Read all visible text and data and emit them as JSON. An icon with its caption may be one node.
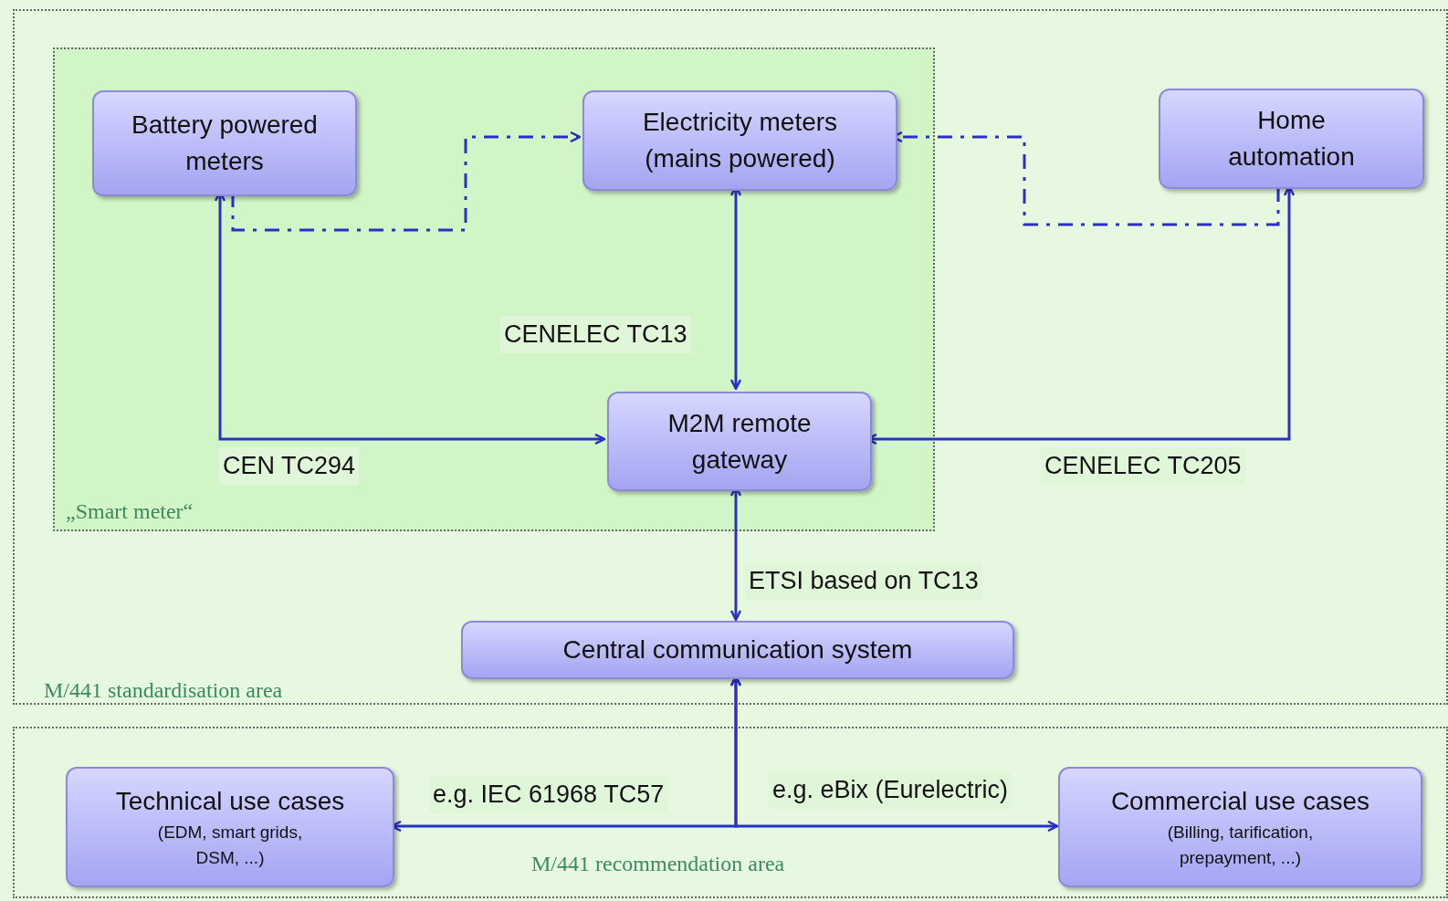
{
  "diagram": {
    "nodes": [
      {
        "text": [
          "M/441 standardisation area"
        ]
      },
      {
        "text": [
          "„Smart meter“"
        ],
        "in": 0
      },
      {
        "text": [
          "Battery powered meters"
        ],
        "in": 1
      },
      {
        "text": [
          "Electricity meters (mains powered)"
        ],
        "in": 1
      },
      {
        "text": [
          "Home automation"
        ],
        "in": 0
      },
      {
        "text": [
          "M2M remote gateway"
        ],
        "in": 1
      },
      {
        "text": [
          "Central communication system"
        ],
        "in": 0
      },
      {
        "text": [
          "M/441 recommendation area"
        ]
      },
      {
        "text": [
          "Technical use cases",
          "(EDM, smart grids, DSM, ...)"
        ],
        "in": 7
      },
      {
        "text": [
          "Commercial use cases",
          "(Billing, tarification, prepayment, ...)"
        ],
        "in": 7
      }
    ],
    "edges": [
      {
        "from": 2,
        "to": 5,
        "arrow": "both",
        "label": "CEN TC294"
      },
      {
        "from": 3,
        "to": 5,
        "arrow": "both",
        "label": "CENELEC TC13"
      },
      {
        "from": 4,
        "to": 5,
        "arrow": "both",
        "label": "CENELEC TC205"
      },
      {
        "from": 2,
        "to": 3,
        "arrow": "to",
        "style": "dashed"
      },
      {
        "from": 4,
        "to": 3,
        "arrow": "to",
        "style": "dashed"
      },
      {
        "from": 5,
        "to": 6,
        "arrow": "both",
        "label": "ETSI based on TC13"
      },
      {
        "from": 6,
        "to": 8,
        "arrow": "both",
        "label": "e.g. IEC 61968 TC57"
      },
      {
        "from": 6,
        "to": 9,
        "arrow": "both",
        "label": "e.g. eBix (Eurelectric)"
      }
    ]
  }
}
